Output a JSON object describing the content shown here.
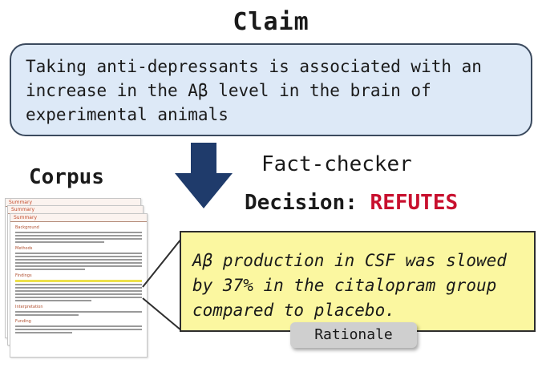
{
  "claim": {
    "title": "Claim",
    "text": "Taking anti-depressants is associated with an increase in the Aβ level in the brain of experimental animals"
  },
  "fact_checker": {
    "label": "Fact-checker"
  },
  "decision": {
    "label": "Decision:",
    "value": "REFUTES",
    "value_color": "#c8102e"
  },
  "corpus": {
    "title": "Corpus",
    "doc_header": "Summary",
    "sections": [
      "Background",
      "Methods",
      "Findings",
      "Interpretation",
      "Funding"
    ]
  },
  "rationale": {
    "text": "Aβ production in CSF was slowed by 37% in the citalopram group compared to placebo.",
    "label": "Rationale"
  },
  "colors": {
    "claim_bg": "#dde9f7",
    "rationale_bg": "#fbf7a0",
    "arrow": "#1f3b6b",
    "highlight": "#ece04a"
  }
}
